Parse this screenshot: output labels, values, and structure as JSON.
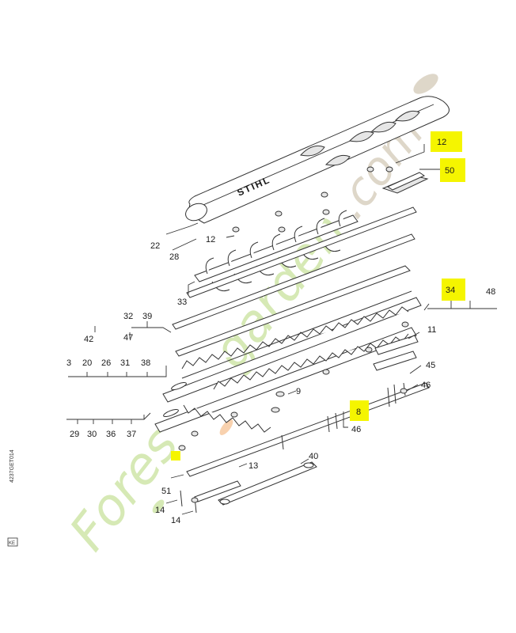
{
  "diagram": {
    "brand_on_cover": "STIHL",
    "watermark": "forestgarden.com",
    "side_code": "4237GET014",
    "corner_mark": "KE",
    "highlight_color": "#f5f500",
    "watermark_colors": {
      "primary": "#cfe6a8",
      "accent": "#f7c9a0",
      "dotcom": "#d9d0c0"
    }
  },
  "labels": [
    {
      "id": "l12a",
      "text": "12",
      "highlight": true
    },
    {
      "id": "l50",
      "text": "50",
      "highlight": true
    },
    {
      "id": "l22",
      "text": "22"
    },
    {
      "id": "l28",
      "text": "28"
    },
    {
      "id": "l12b",
      "text": "12"
    },
    {
      "id": "l33",
      "text": "33"
    },
    {
      "id": "l34",
      "text": "34",
      "highlight": true
    },
    {
      "id": "l48",
      "text": "48"
    },
    {
      "id": "l32",
      "text": "32"
    },
    {
      "id": "l39",
      "text": "39"
    },
    {
      "id": "l42",
      "text": "42"
    },
    {
      "id": "l47",
      "text": "47"
    },
    {
      "id": "l11",
      "text": "11"
    },
    {
      "id": "l3",
      "text": "3"
    },
    {
      "id": "l20",
      "text": "20"
    },
    {
      "id": "l26",
      "text": "26"
    },
    {
      "id": "l31",
      "text": "31"
    },
    {
      "id": "l38",
      "text": "38"
    },
    {
      "id": "l45",
      "text": "45"
    },
    {
      "id": "l46a",
      "text": "46"
    },
    {
      "id": "l9",
      "text": "9"
    },
    {
      "id": "l8",
      "text": "8",
      "highlight": true
    },
    {
      "id": "l46b",
      "text": "46"
    },
    {
      "id": "l29",
      "text": "29"
    },
    {
      "id": "l30",
      "text": "30"
    },
    {
      "id": "l36",
      "text": "36"
    },
    {
      "id": "l37",
      "text": "37"
    },
    {
      "id": "l40",
      "text": "40"
    },
    {
      "id": "l13",
      "text": "13"
    },
    {
      "id": "l51",
      "text": "51"
    },
    {
      "id": "l14a",
      "text": "14"
    },
    {
      "id": "l14b",
      "text": "14"
    }
  ]
}
